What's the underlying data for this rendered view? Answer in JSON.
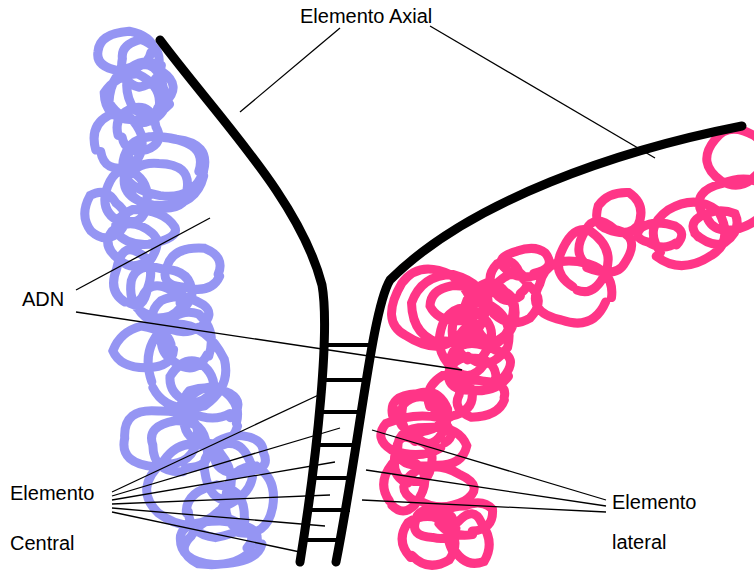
{
  "diagram": {
    "labels": [
      "Elemento Axial",
      "ADN",
      "Elemento Central",
      "Elemento lateral"
    ]
  }
}
